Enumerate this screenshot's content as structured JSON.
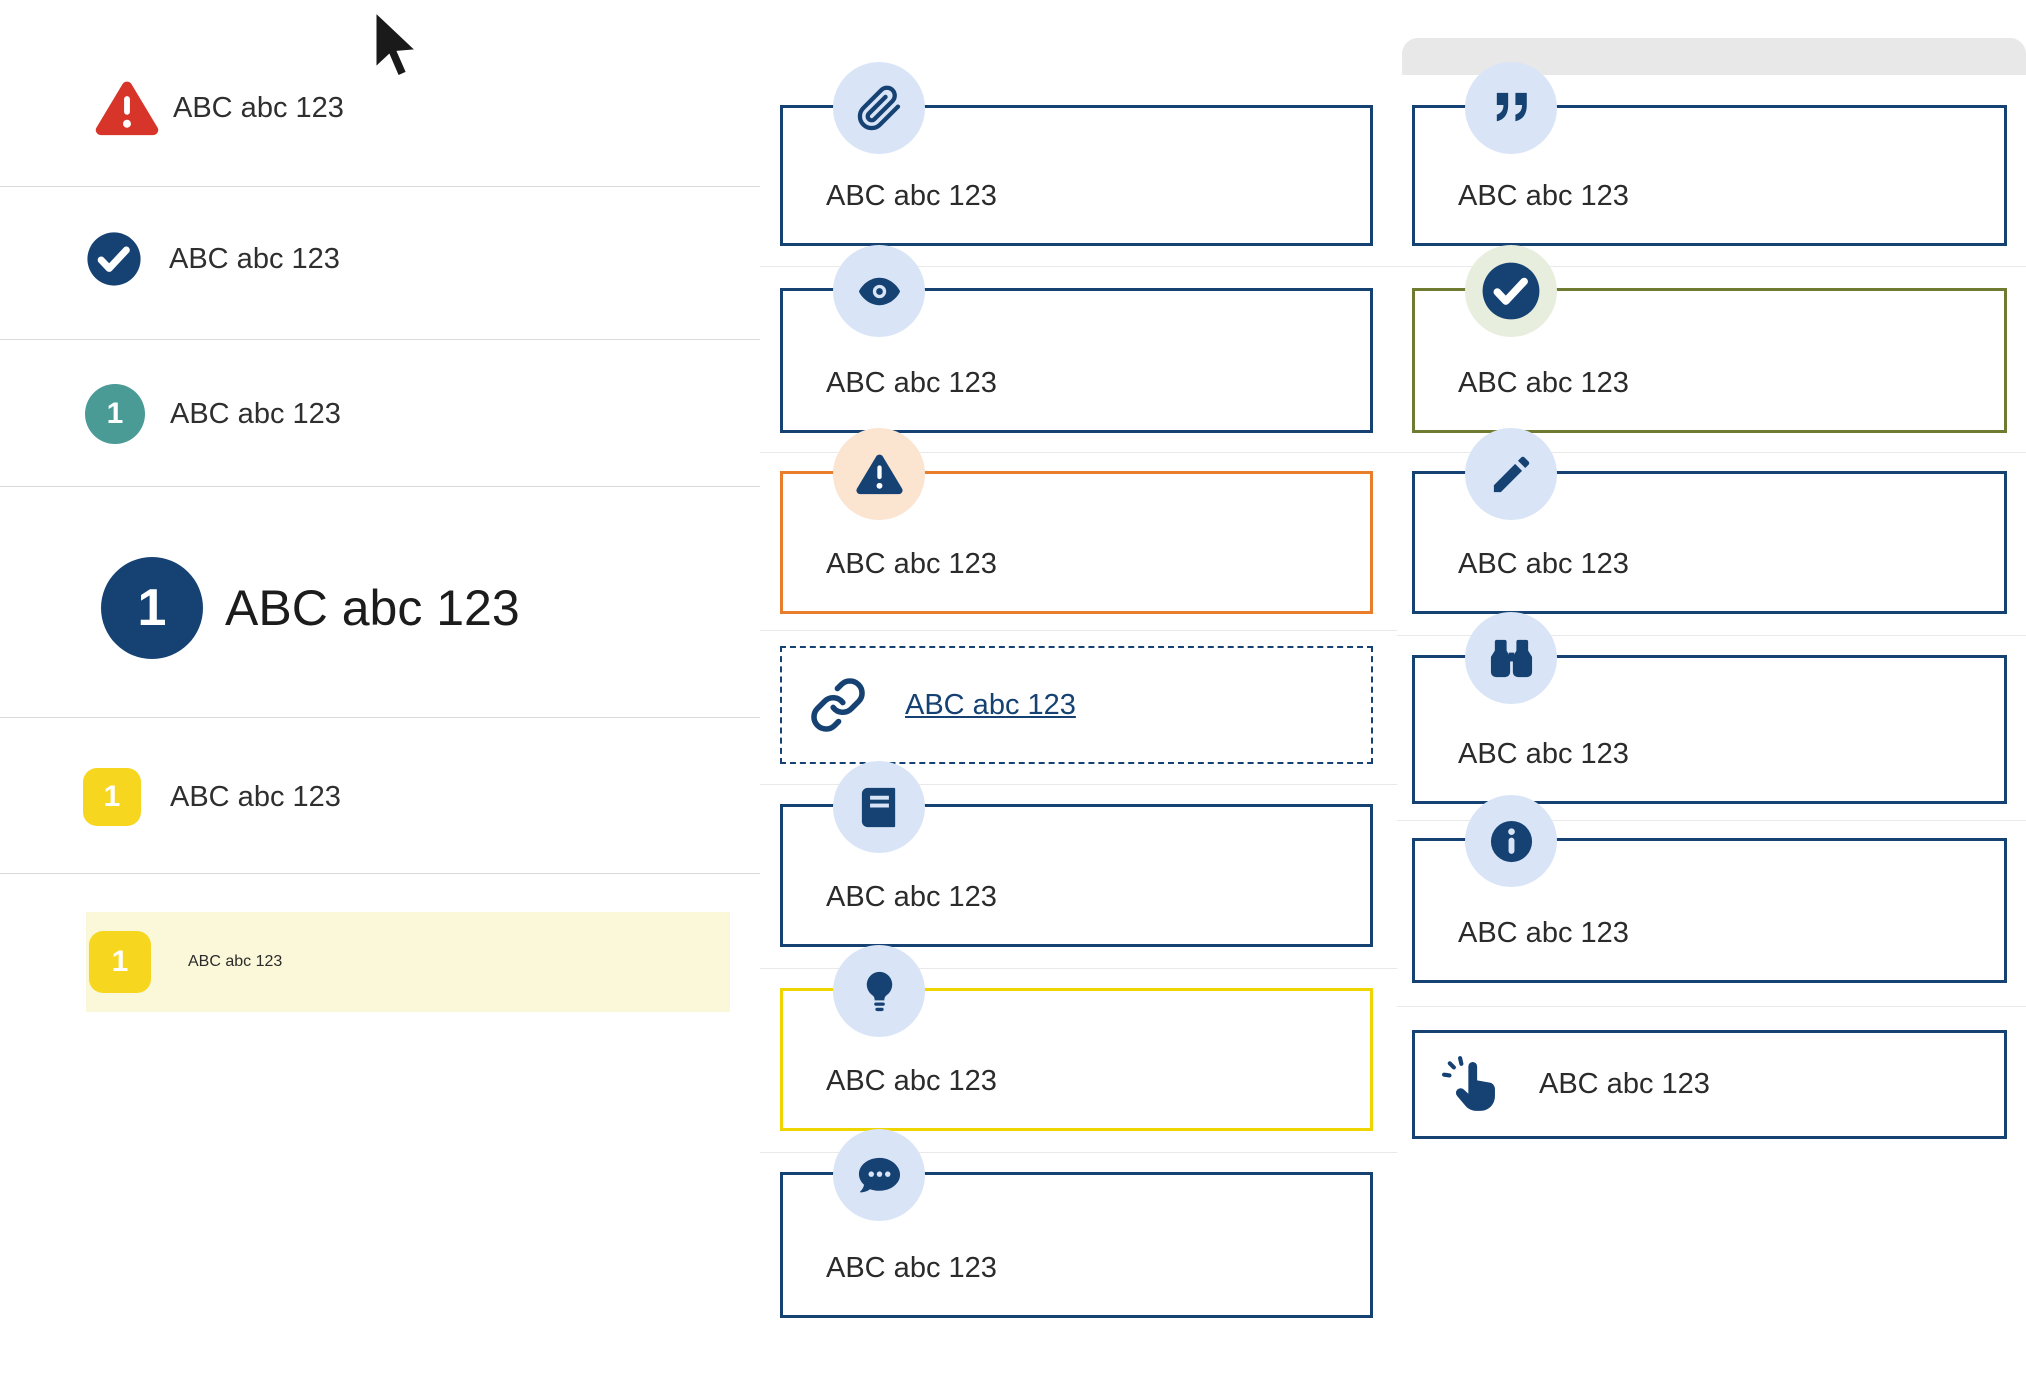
{
  "colors": {
    "navy": "#154273",
    "red": "#d8352a",
    "teal": "#4a9a96",
    "yellow": "#f6d61e",
    "yellow_border": "#efd500",
    "yellow_highlight": "#fbf8da",
    "orange": "#e87d2b",
    "olive": "#6e7b30",
    "light_blue_bubble": "#d9e5f7",
    "peach_bubble": "#fbe4d0",
    "sage_bubble": "#e8eedd"
  },
  "left_list": {
    "items": [
      {
        "icon": "warning-triangle",
        "label": "ABC abc 123"
      },
      {
        "icon": "check-circle",
        "label": "ABC abc 123"
      },
      {
        "icon": "teal-number-badge",
        "badge": "1",
        "label": "ABC abc 123"
      },
      {
        "icon": "navy-number-badge-large",
        "badge": "1",
        "label": "ABC abc 123"
      },
      {
        "icon": "yellow-number-badge",
        "badge": "1",
        "label": "ABC abc 123"
      },
      {
        "icon": "yellow-number-badge",
        "badge": "1",
        "label": "ABC abc 123",
        "highlighted": true
      }
    ]
  },
  "middle_cards": [
    {
      "icon": "paperclip",
      "label": "ABC abc 123",
      "variant": "navy"
    },
    {
      "icon": "eye",
      "label": "ABC abc 123",
      "variant": "navy"
    },
    {
      "icon": "warning",
      "label": "ABC abc 123",
      "variant": "orange"
    },
    {
      "icon": "link",
      "label": "ABC abc 123",
      "variant": "dashed-link"
    },
    {
      "icon": "book",
      "label": "ABC abc 123",
      "variant": "navy"
    },
    {
      "icon": "lightbulb",
      "label": "ABC abc 123",
      "variant": "yellow"
    },
    {
      "icon": "chat",
      "label": "ABC abc 123",
      "variant": "navy"
    }
  ],
  "right_cards": [
    {
      "icon": "quote",
      "label": "ABC abc 123",
      "variant": "navy"
    },
    {
      "icon": "check",
      "label": "ABC abc 123",
      "variant": "olive"
    },
    {
      "icon": "pencil",
      "label": "ABC abc 123",
      "variant": "navy"
    },
    {
      "icon": "binoculars",
      "label": "ABC abc 123",
      "variant": "navy"
    },
    {
      "icon": "info",
      "label": "ABC abc 123",
      "variant": "navy"
    },
    {
      "icon": "hand",
      "label": "ABC abc 123",
      "variant": "inline"
    }
  ]
}
